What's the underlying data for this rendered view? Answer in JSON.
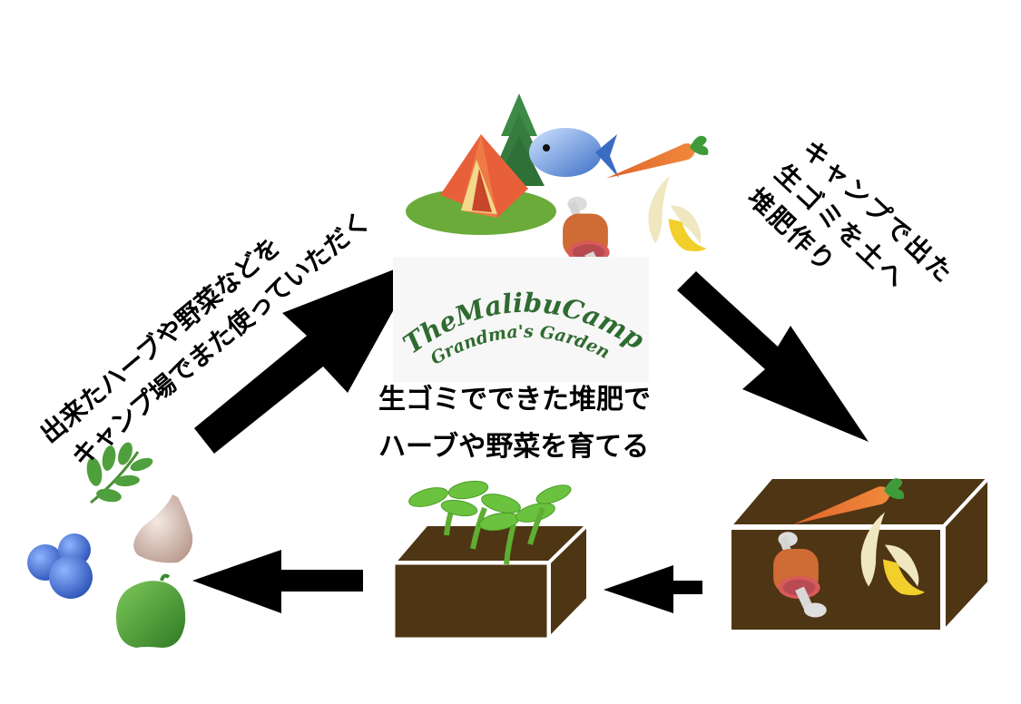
{
  "diagram": {
    "title": "Compost recycling cycle",
    "logo": {
      "line1": "TheMalibuCamp",
      "line2": "Grandma's Garden",
      "color": "#2f6b30"
    },
    "labels": {
      "camp_to_compost": {
        "line1": "キャンプで出た",
        "line2": "生ゴミを土へ",
        "line3": "堆肥作り"
      },
      "grow": {
        "line1": "生ゴミでできた堆肥で",
        "line2": "ハーブや野菜を育てる"
      },
      "harvest_to_camp": {
        "line1": "出来たハーブや野菜などを",
        "line2": "キャンプ場でまた使っていただく"
      }
    },
    "nodes": [
      {
        "id": "campsite",
        "icons": [
          "tent-icon",
          "tree-icon",
          "fish-icon",
          "carrot-icon",
          "meat-icon",
          "banana-icon"
        ]
      },
      {
        "id": "compost-box",
        "icons": [
          "carrot-icon",
          "meat-icon",
          "banana-icon"
        ],
        "box_color": "#4e3513"
      },
      {
        "id": "seedling-box",
        "icons": [
          "seedling-icon"
        ],
        "box_color": "#4e3513"
      },
      {
        "id": "harvest",
        "icons": [
          "herb-icon",
          "garlic-icon",
          "blueberry-icon",
          "pepper-icon"
        ]
      }
    ],
    "colors": {
      "soil": "#4e3513",
      "arrow": "#000000",
      "tent": "#e8603a",
      "grass": "#6aab3a"
    }
  }
}
